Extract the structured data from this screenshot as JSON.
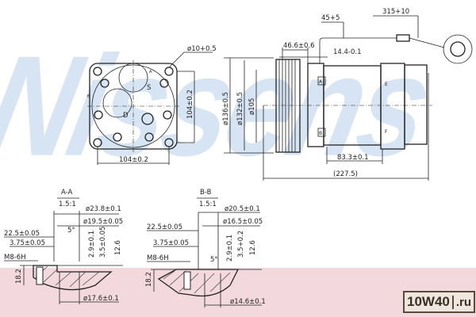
{
  "watermark": "Nissens",
  "front_view": {
    "hole_dia": "ø10+0.5",
    "height_dim": "104±0.2",
    "width_dim": "104±0.2",
    "port_labels": [
      "S",
      "D",
      "A",
      "B"
    ]
  },
  "side_view": {
    "dia_136": "ø136±0.5",
    "dia_132": "ø132±0.5",
    "dia_105": "ø105",
    "dim_46_6": "46.6±0.6",
    "dim_14_4": "14.4-0.1",
    "dim_45": "45+5",
    "dim_315": "315+10",
    "dim_83_3": "83.3±0.1",
    "dim_227_5": "(227.5)",
    "port_labels": [
      "A",
      "B",
      "E",
      "F"
    ]
  },
  "section_aa": {
    "title": "A-A",
    "scale": "1.5:1",
    "d1": "ø23.8±0.1",
    "d2": "ø19.5±0.05",
    "d3": "22.5±0.05",
    "d4": "3.75±0.05",
    "thread": "M8-6H",
    "angle": "5°",
    "v1": "2.9±0.1",
    "v2": "3.5±0.05",
    "v3": "12.6",
    "h": "18.2",
    "d5": "ø17.6±0.1"
  },
  "section_bb": {
    "title": "B-B",
    "scale": "1.5:1",
    "d1": "ø20.5±0.1",
    "d2": "ø16.5±0.05",
    "d3": "22.5±0.05",
    "d4": "3.75±0.05",
    "thread": "M8-6H",
    "angle": "5°",
    "v1": "2.9±0.1",
    "v2": "3.5+0.2",
    "v3": "12.6",
    "h": "18.2",
    "d5": "ø14.6±0.1"
  },
  "badge": {
    "main": "10W40",
    "tld": ".ru"
  }
}
